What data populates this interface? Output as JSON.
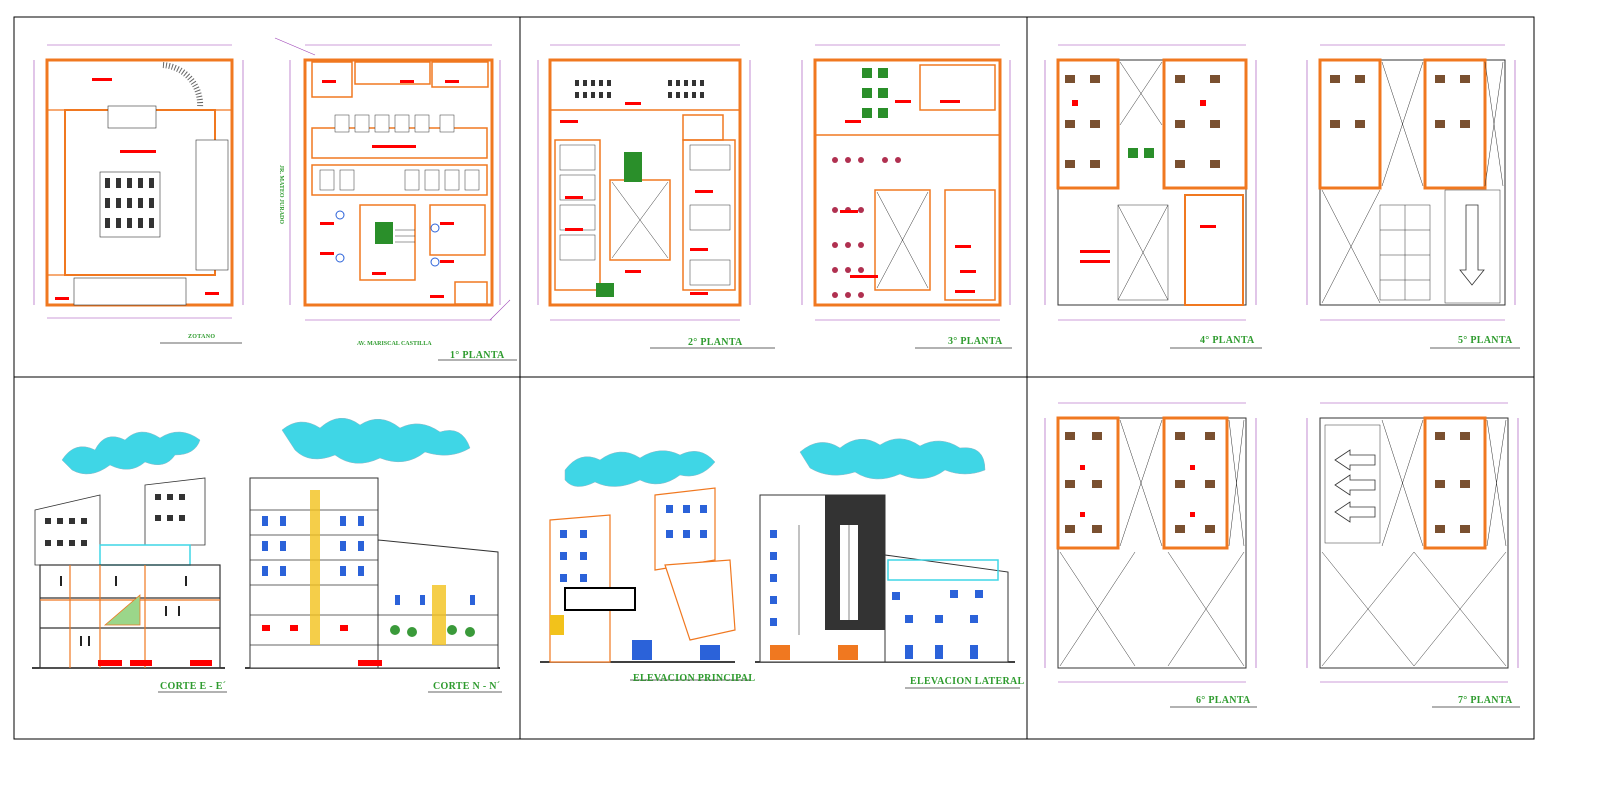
{
  "sheet": {
    "panels": [
      {
        "id": "zotano",
        "title": "ZOTANO"
      },
      {
        "id": "planta1",
        "title": "1° PLANTA"
      },
      {
        "id": "planta2",
        "title": "2° PLANTA"
      },
      {
        "id": "planta3",
        "title": "3° PLANTA"
      },
      {
        "id": "planta4",
        "title": "4° PLANTA"
      },
      {
        "id": "planta5",
        "title": "5° PLANTA"
      },
      {
        "id": "corte_ee",
        "title": "CORTE E - E´"
      },
      {
        "id": "corte_nn",
        "title": "CORTE N - N´"
      },
      {
        "id": "elev_principal",
        "title": "ELEVACION PRINCIPAL"
      },
      {
        "id": "elev_lateral",
        "title": "ELEVACION LATERAL"
      },
      {
        "id": "planta6",
        "title": "6° PLANTA"
      },
      {
        "id": "planta7",
        "title": "7° PLANTA"
      }
    ],
    "streets": {
      "front": "AV. MARISCAL CASTILLA",
      "side": "JR. MATEO JURADO"
    },
    "colors": {
      "frame": "#000000",
      "wall": "#f07820",
      "dimension": "#9b3fb5",
      "label": "#2e9b2e",
      "mark": "#ff0000",
      "sky": "#3fd6e6",
      "glass": "#2b62d9"
    }
  }
}
